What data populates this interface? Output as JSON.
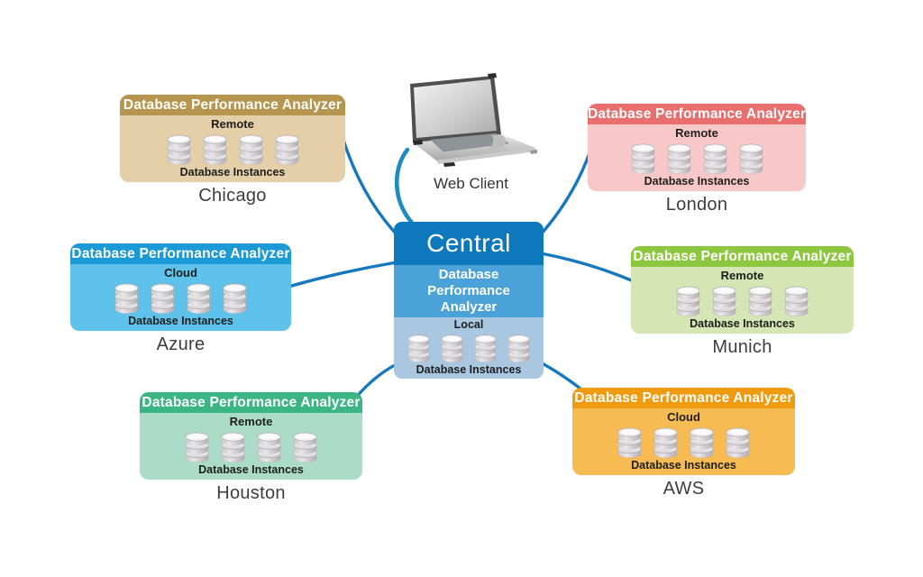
{
  "diagram": {
    "central": {
      "title": "Central",
      "subtitle": "Database Performance Analyzer",
      "zone": "Local",
      "db_label": "Database Instances",
      "colors": {
        "top": "#0e78bd",
        "middle": "#4aa2d9",
        "bottom": "#a9c7e1"
      }
    },
    "web_client": {
      "label": "Web Client"
    },
    "nodes": [
      {
        "id": "chicago",
        "header": "Database Performance Analyzer",
        "zone": "Remote",
        "db_label": "Database Instances",
        "city": "Chicago",
        "colors": {
          "header": "#b6954e",
          "body": "#e4cfa9"
        }
      },
      {
        "id": "london",
        "header": "Database Performance Analyzer",
        "zone": "Remote",
        "db_label": "Database Instances",
        "city": "London",
        "colors": {
          "header": "#e96e6e",
          "body": "#f8c8c8"
        }
      },
      {
        "id": "azure",
        "header": "Database Performance Analyzer",
        "zone": "Cloud",
        "db_label": "Database Instances",
        "city": "Azure",
        "colors": {
          "header": "#1b9ad6",
          "body": "#5ec2ea"
        }
      },
      {
        "id": "munich",
        "header": "Database Performance Analyzer",
        "zone": "Remote",
        "db_label": "Database Instances",
        "city": "Munich",
        "colors": {
          "header": "#8dc63f",
          "body": "#d3e6b3"
        }
      },
      {
        "id": "houston",
        "header": "Database Performance Analyzer",
        "zone": "Remote",
        "db_label": "Database Instances",
        "city": "Houston",
        "colors": {
          "header": "#3bb583",
          "body": "#abdcc7"
        }
      },
      {
        "id": "aws",
        "header": "Database Performance Analyzer",
        "zone": "Cloud",
        "db_label": "Database Instances",
        "city": "AWS",
        "colors": {
          "header": "#ef9b0f",
          "body": "#f6bc53"
        }
      }
    ],
    "connector_color": "#1578be",
    "cable_color": "#1e8ac2"
  }
}
